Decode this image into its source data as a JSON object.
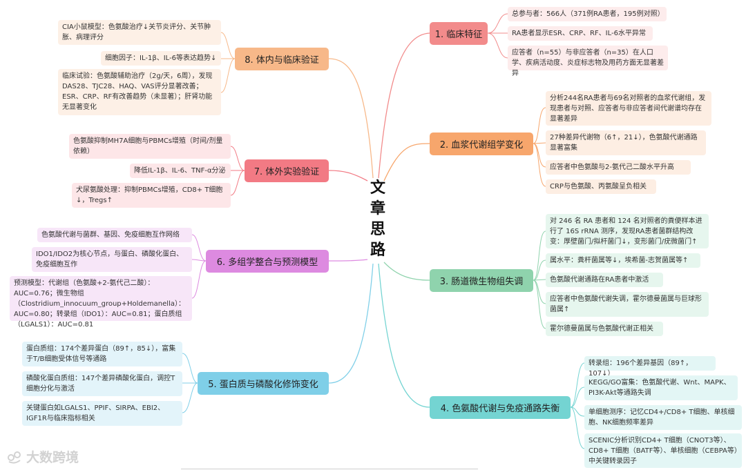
{
  "center": {
    "chars": [
      "文",
      "章",
      "思",
      "路"
    ]
  },
  "branches": [
    {
      "label": "1. 临床特征",
      "leaves": [
        "总参与者：566人（371例RA患者，195例对照）",
        "RA患者显示ESR、CRP、RF、IL-6水平异常",
        "应答者（n=55）与非应答者（n=35）在人口学、疾病活动度、炎症标志物及用药方面无显著差异"
      ]
    },
    {
      "label": "2. 血浆代谢组学变化",
      "leaves": [
        "分析244名RA患者与69名对照者的血浆代谢组，发现患者与对照、应答者与非应答者间代谢谱均存在显著差异",
        "27种差异代谢物（6↑，21↓），色氨酸代谢通路显著富集",
        "应答者中色氨酸与2-氨代己二酸水平升高",
        "CRP与色氨酸、丙氨酸呈负相关"
      ]
    },
    {
      "label": "3. 肠道微生物组失调",
      "leaves": [
        "对 246 名 RA 患者和 124 名对照者的粪便样本进行了 16S rRNA 测序，发现RA患者菌群结构改变：厚壁菌门/拟杆菌门↓，变形菌门/疣微菌门↑",
        "属水平：粪杆菌属等↓，埃希菌-志贺菌属等↑",
        "色氨酸代谢通路在RA患者中激活",
        "应答者中色氨酸代谢失调，霍尔德曼菌属与巨球形菌属↑",
        "霍尔德曼菌属与色氨酸代谢正相关"
      ]
    },
    {
      "label": "4. 色氨酸代谢与免疫通路失衡",
      "leaves": [
        "转录组：196个差异基因（89↑，107↓）",
        "KEGG/GO富集：色氨酸代谢、Wnt、MAPK、PI3K-Akt等通路失调",
        "单细胞测序：记忆CD4+/CD8+ T细胞、单核细胞、NK细胞频率差异",
        "SCENIC分析识别CD4+ T细胞（CNOT3等）、CD8+ T细胞（BATF等）、单核细胞（CEBPA等）中关键转录因子"
      ]
    },
    {
      "label": "5. 蛋白质与磷酸化修饰变化",
      "leaves": [
        "蛋白质组：174个差异蛋白（89↑，85↓），富集于T/B细胞受体信号等通路",
        "磷酸化蛋白质组：147个差异磷酸化蛋白，调控T细胞分化与激活",
        "关键蛋白如LGALS1、PPIF、SIRPA、EBI2、IGF1R与临床指标相关"
      ]
    },
    {
      "label": "6. 多组学整合与预测模型",
      "leaves": [
        "色氨酸代谢与菌群、基因、免疫细胞互作网络",
        "IDO1/IDO2为核心节点，与蛋白、磷酸化蛋白、免疫细胞互作",
        "预测模型：代谢组（色氨酸+2-氨代己二酸）：AUC=0.76；微生物组（Clostridium_innocuum_group+Holdemanella）：AUC=0.80；转录组（IDO1）：AUC=0.81；蛋白质组（LGALS1）：AUC=0.81"
      ]
    },
    {
      "label": "7. 体外实验验证",
      "leaves": [
        "色氨酸抑制MH7A细胞与PBMCs增殖（时间/剂量依赖）",
        "降低IL-1β、IL-6、TNF-α分泌",
        "犬尿氨酸处理：抑制PBMCs增殖，CD8+ T细胞↓，Tregs↑"
      ]
    },
    {
      "label": "8. 体内与临床验证",
      "leaves": [
        "CIA小鼠模型：色氨酸治疗↓关节炎评分、关节肿胀、病理评分",
        "细胞因子：IL-1β、IL-6等表达趋势↓",
        "临床试验：色氨酸辅助治疗（2g/天，6周），发现DAS28、TJC28、HAQ、VAS评分显著改善；ESR、CRP、RF有改善趋势（未显著）；肝肾功能无显著变化"
      ]
    }
  ],
  "colors": {
    "b1": "#f28b8b",
    "b2": "#f7a66c",
    "b3": "#8fd3ad",
    "b4": "#74d4d2",
    "b5": "#7fcfe8",
    "b6": "#dd8ae0",
    "b7": "#f27a84",
    "b8": "#f7b889"
  },
  "watermark": {
    "text": "大数跨境"
  }
}
